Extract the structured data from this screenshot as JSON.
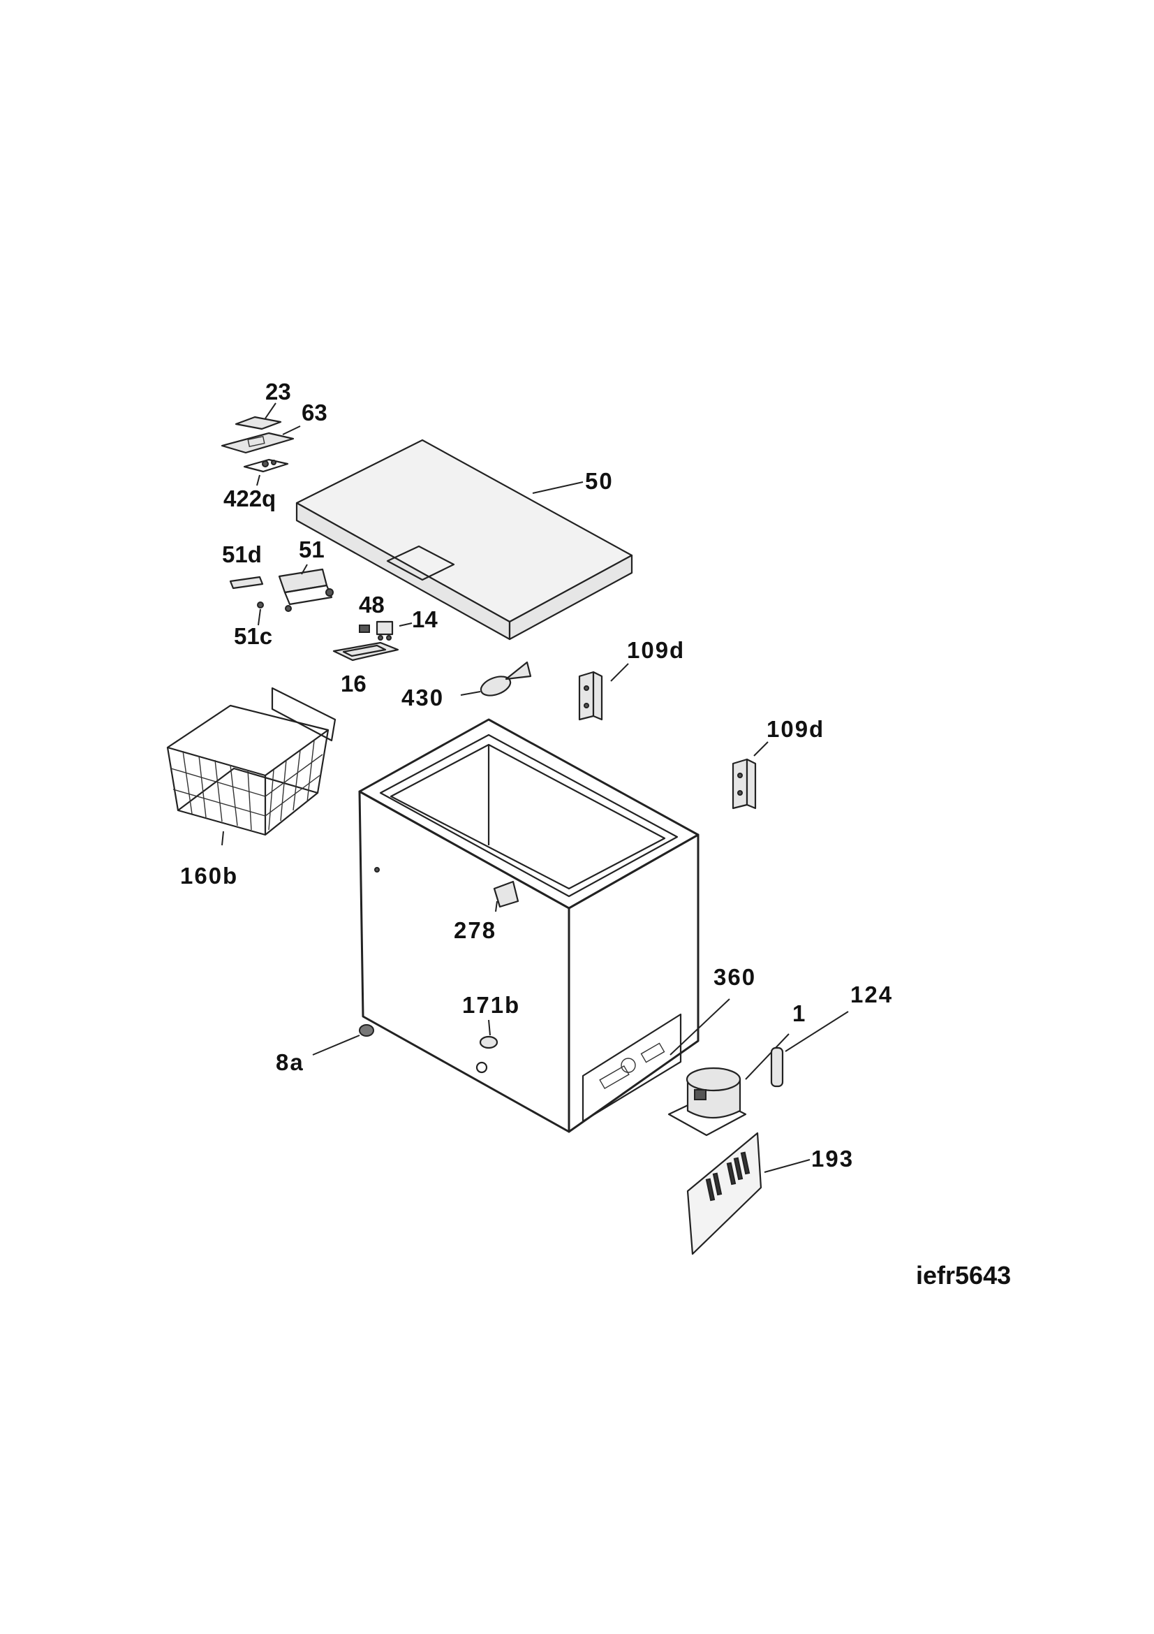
{
  "labels": {
    "p23": "23",
    "p63": "63",
    "p422q": "422q",
    "p50": "50",
    "p51d": "51d",
    "p51": "51",
    "p51c": "51c",
    "p48": "48",
    "p14": "14",
    "p16": "16",
    "p109d_a": "109d",
    "p430": "430",
    "p109d_b": "109d",
    "p160b": "160b",
    "p278": "278",
    "p360": "360",
    "p124": "124",
    "p1": "1",
    "p171b": "171b",
    "p8a": "8a",
    "p193": "193"
  },
  "drawing_code": "iefr5643"
}
